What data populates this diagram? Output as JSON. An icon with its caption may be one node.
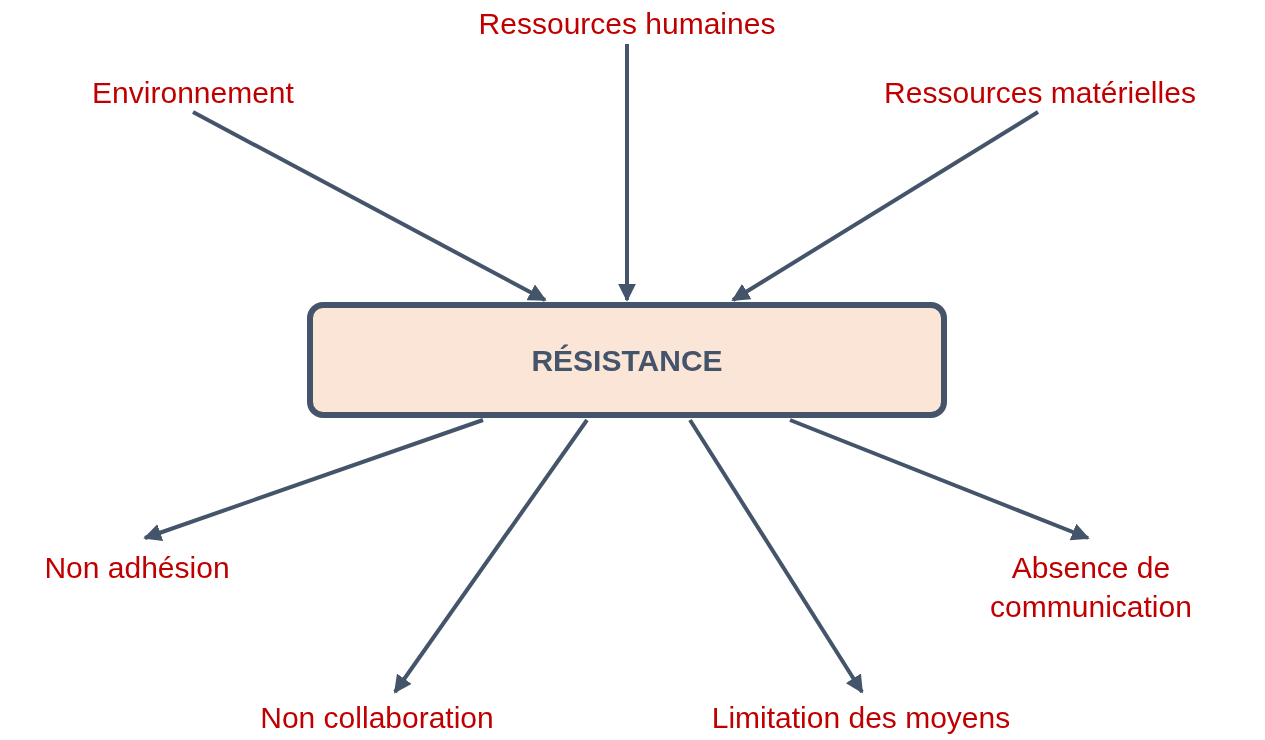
{
  "diagram": {
    "nodes": [
      {
        "text": [
          "Environnement"
        ]
      },
      {
        "text": [
          "Ressources humaines"
        ]
      },
      {
        "text": [
          "Ressources matérielles"
        ]
      },
      {
        "text": [
          "RÉSISTANCE"
        ]
      },
      {
        "text": [
          "Non adhésion"
        ]
      },
      {
        "text": [
          "Non collaboration"
        ]
      },
      {
        "text": [
          "Limitation des moyens"
        ]
      },
      {
        "text": [
          "Absence de communication"
        ]
      }
    ],
    "edges": [
      {
        "from": 0,
        "to": 3,
        "arrow": "to"
      },
      {
        "from": 1,
        "to": 3,
        "arrow": "to"
      },
      {
        "from": 2,
        "to": 3,
        "arrow": "to"
      },
      {
        "from": 3,
        "to": 4,
        "arrow": "to"
      },
      {
        "from": 3,
        "to": 5,
        "arrow": "to"
      },
      {
        "from": 3,
        "to": 6,
        "arrow": "to"
      },
      {
        "from": 3,
        "to": 7,
        "arrow": "to"
      }
    ]
  }
}
